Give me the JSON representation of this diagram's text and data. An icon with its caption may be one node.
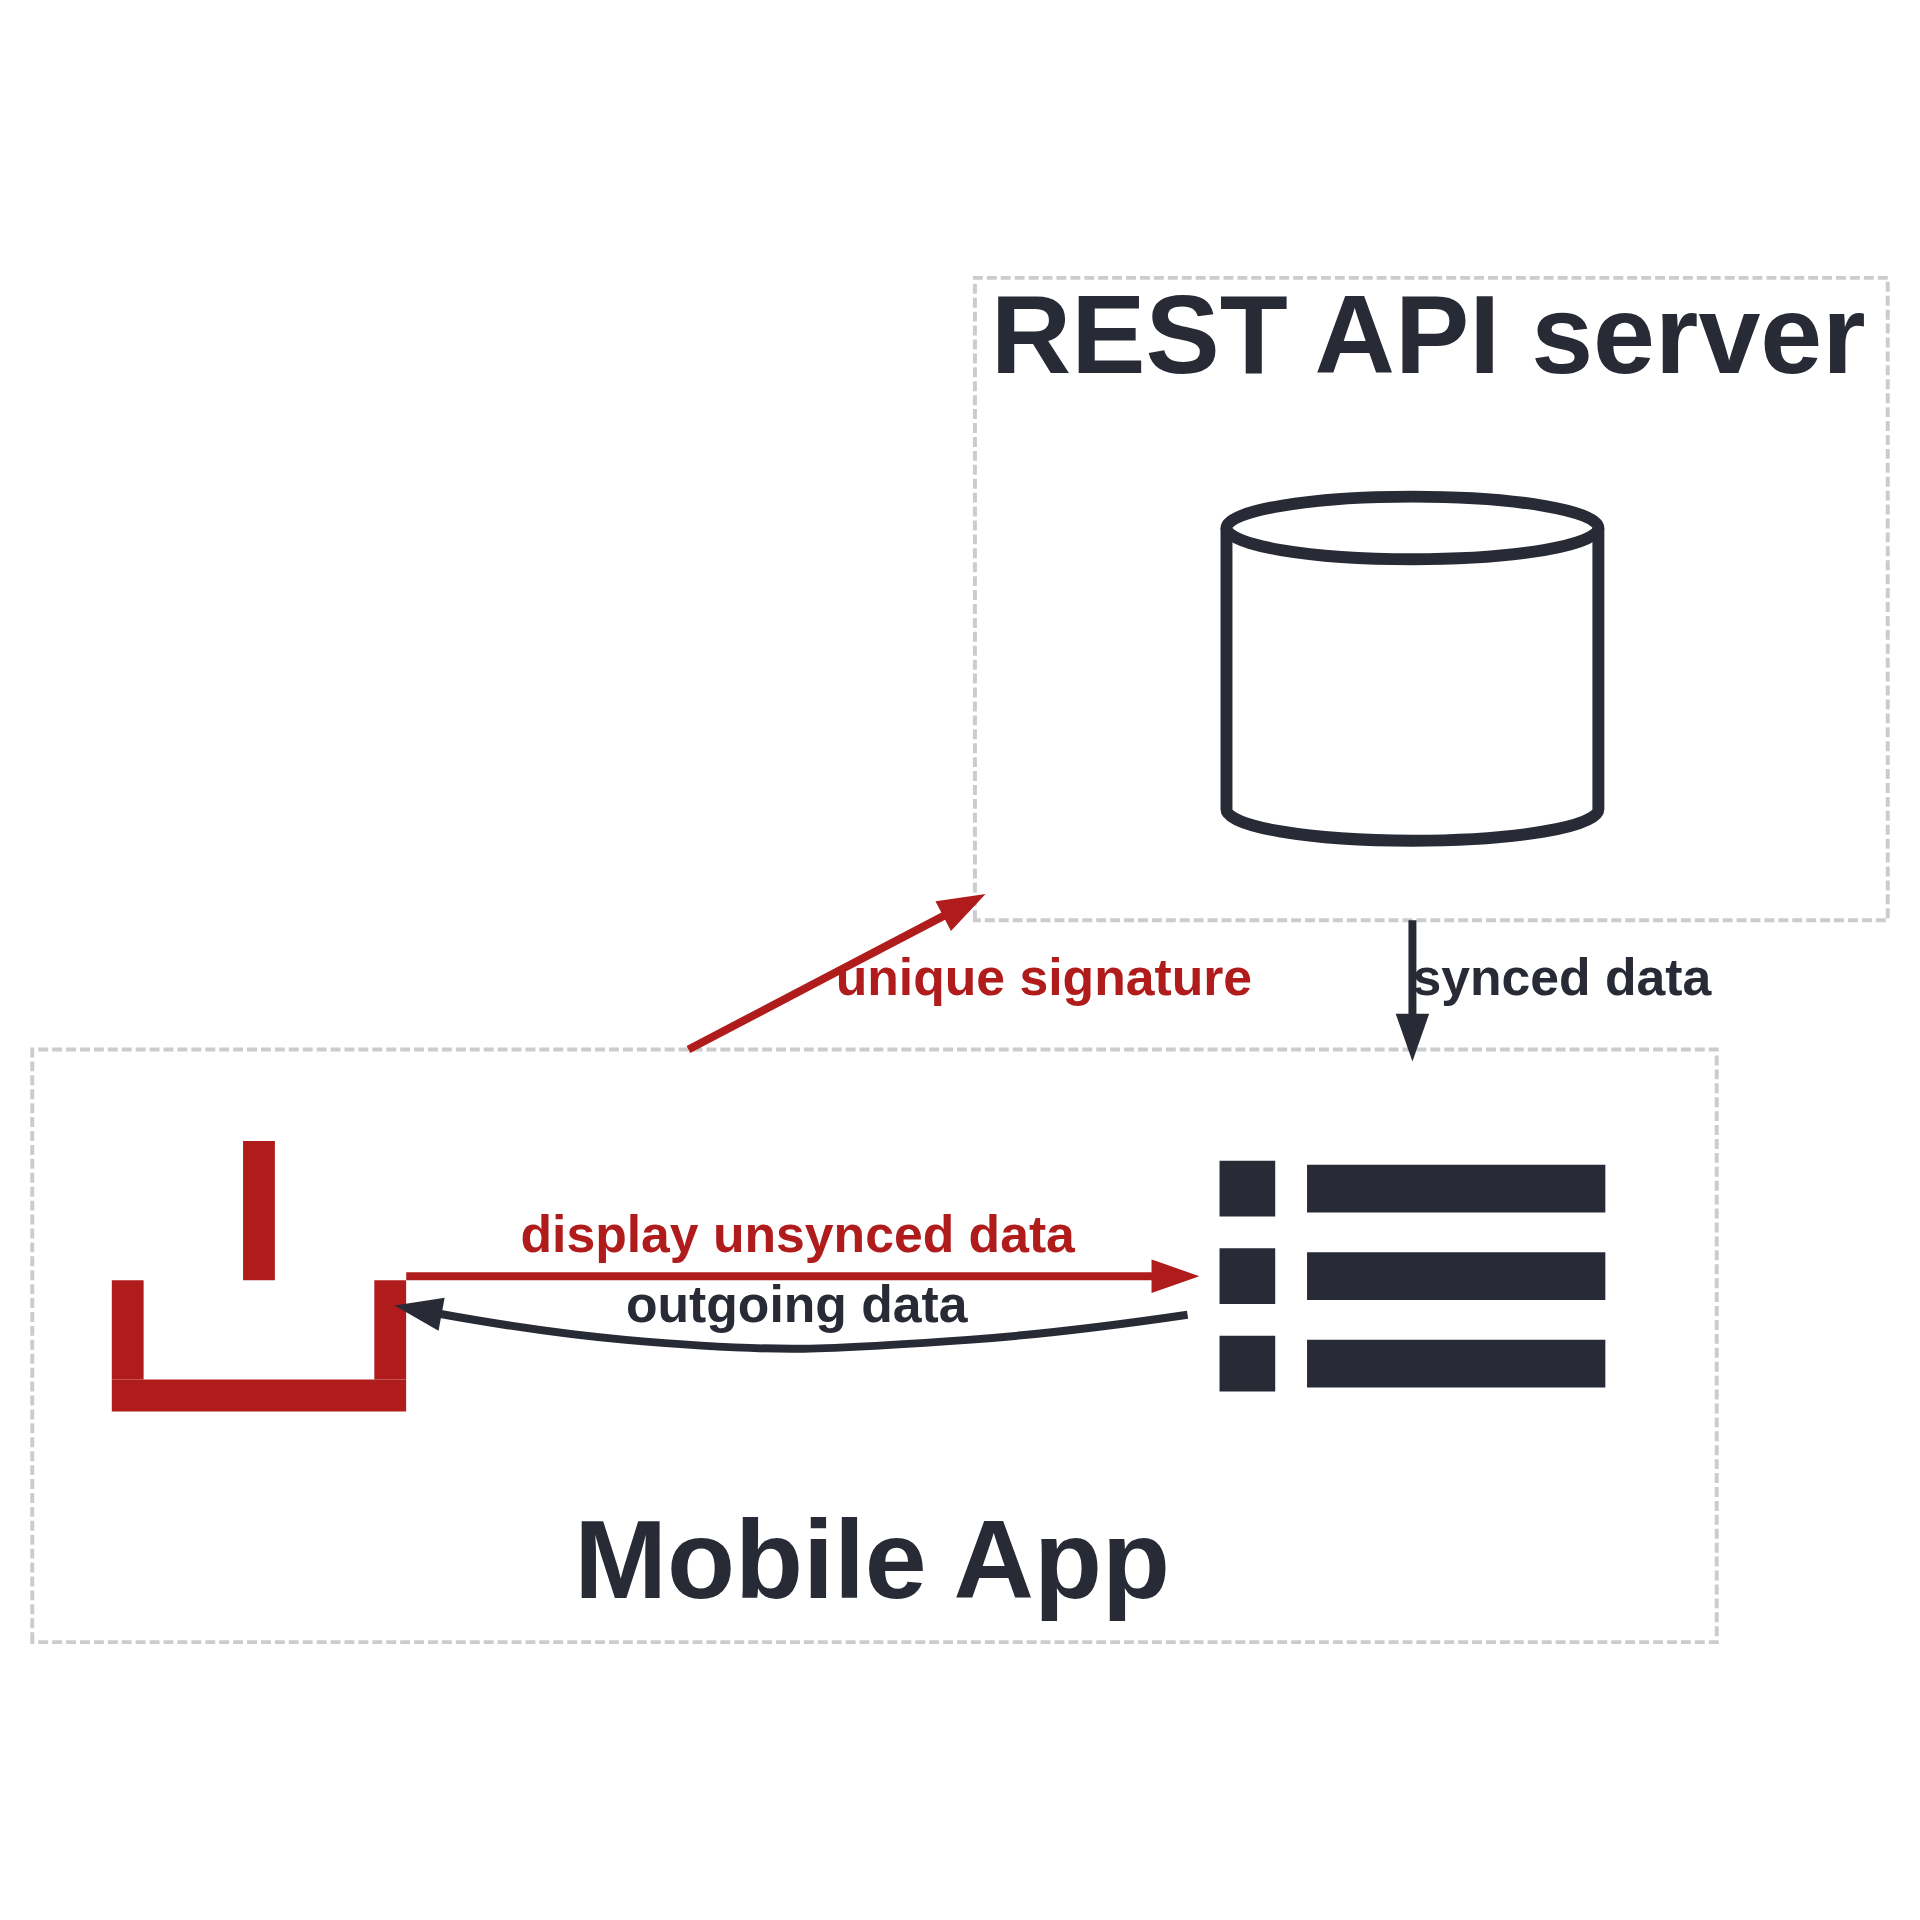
{
  "diagram": {
    "nodes": [
      {
        "text": [
          "REST API server"
        ]
      },
      {
        "text": [],
        "shape": "cylinder",
        "in": 0
      },
      {
        "text": [
          "Mobile App"
        ]
      },
      {
        "text": [],
        "shape": "picture",
        "in": 2
      },
      {
        "text": [],
        "shape": "picture",
        "in": 2
      }
    ],
    "edges": [
      {
        "from": 2,
        "to": 0,
        "arrow": "to",
        "label": "unique signature",
        "color": "#b01c1c"
      },
      {
        "from": 0,
        "to": 2,
        "arrow": "to",
        "label": "synced data",
        "color": "#282a36"
      },
      {
        "from": 4,
        "to": 3,
        "arrow": "to",
        "label": "outgoing data",
        "color": "#282a36"
      },
      {
        "from": 3,
        "to": 4,
        "arrow": "to",
        "label": "display unsynced data",
        "color": "#b01c1c"
      }
    ]
  }
}
